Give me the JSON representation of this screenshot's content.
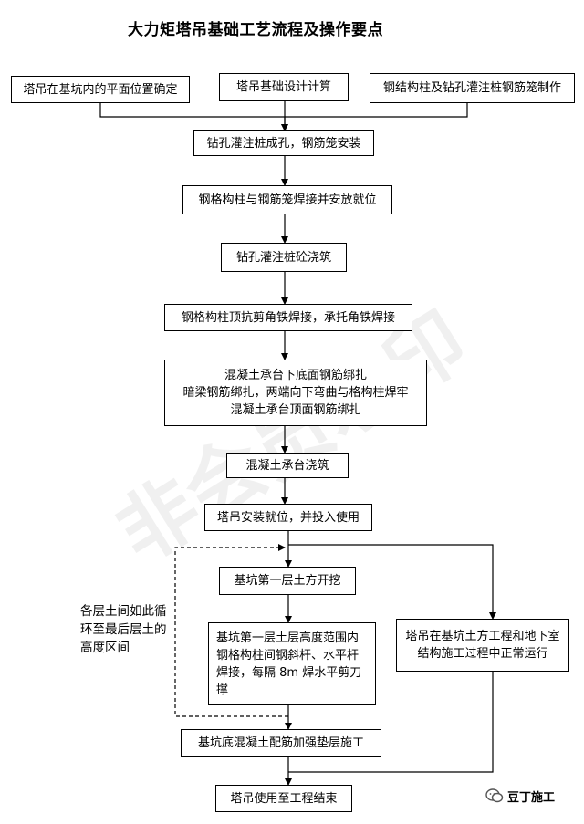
{
  "title": "大力矩塔吊基础工艺流程及操作要点",
  "watermark": "非会员水印",
  "boxes": {
    "position": "塔吊在基坑内的平面位置确定",
    "design": "塔吊基础设计计算",
    "steel_cage": "钢结构柱及钻孔灌注桩钢筋笼制作",
    "drilling": "钻孔灌注桩成孔，钢筋笼安装",
    "weld_place": "钢格构柱与钢筋笼焊接并安放就位",
    "pour_pile": "钻孔灌注桩砼浇筑",
    "angle_weld": "钢格构柱顶抗剪角铁焊接，承托角铁焊接",
    "rebar": "混凝土承台下底面钢筋绑扎\n暗梁钢筋绑扎，两端向下弯曲与格构柱焊牢\n混凝土承台顶面钢筋绑扎",
    "pour_cap": "混凝土承台浇筑",
    "install": "塔吊安装就位，并投入使用",
    "excavate": "基坑第一层土方开挖",
    "brace": "基坑第一层土层高度范围内钢格构柱间钢斜杆、水平杆焊接，每隔 8m 焊水平剪刀撑",
    "operate": "塔吊在基坑土方工程和地下室结构施工过程中正常运行",
    "cushion": "基坑底混凝土配筋加强垫层施工",
    "end": "塔吊使用至工程结束"
  },
  "loop_note": "各层土间如此循环至最后层土的高度区间",
  "logo_text": "豆丁施工"
}
